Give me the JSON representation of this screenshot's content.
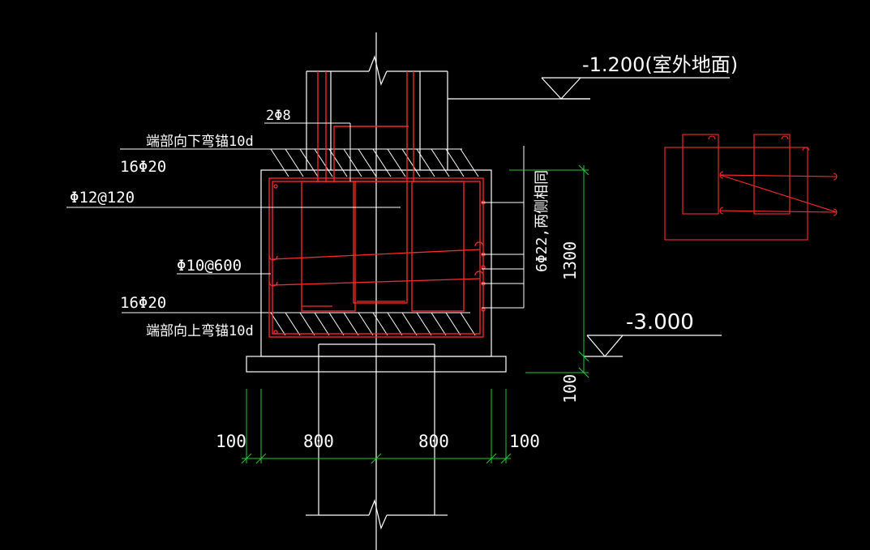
{
  "colors": {
    "background": "#000000",
    "line_white": "#ffffff",
    "rebar_red": "#ff2a2a",
    "dimension_green": "#22cc33"
  },
  "labels": {
    "elev_top": "-1.200(室外地面)",
    "elev_bottom": "-3.000",
    "stirrup_2phi8": "2Φ8",
    "hook_down": "端部向下弯锚10d",
    "top_bars": "16Φ20",
    "stirrup_phi12": "Φ12@120",
    "tie_phi10": "Φ10@600",
    "bottom_bars": "16Φ20",
    "hook_up": "端部向上弯锚10d",
    "side_bars": "6Φ22,两侧相同",
    "beam_height": "1300",
    "cushion_height": "100",
    "dim_left_100": "100",
    "dim_left_800": "800",
    "dim_right_800": "800",
    "dim_right_100": "100"
  }
}
